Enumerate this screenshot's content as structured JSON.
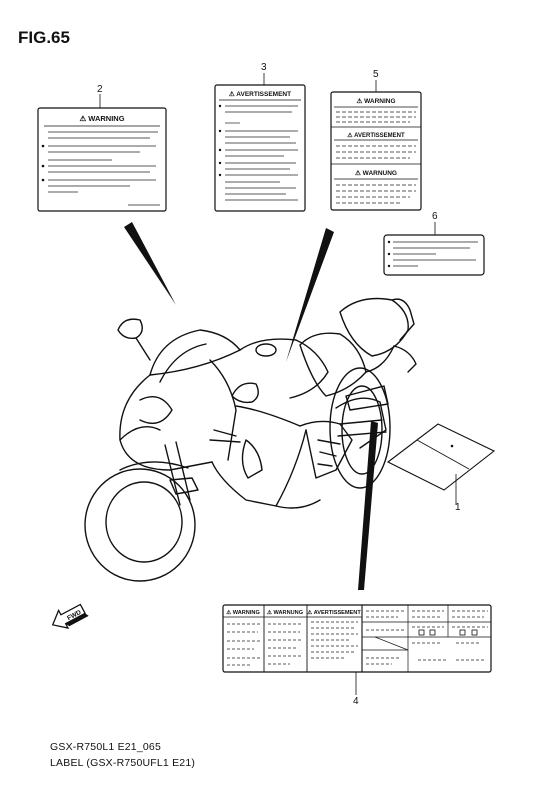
{
  "figure": {
    "title": "FIG.65"
  },
  "labels": {
    "label2": {
      "callout": "2",
      "header": "⚠ WARNING"
    },
    "label3": {
      "callout": "3",
      "header": "⚠ AVERTISSEMENT"
    },
    "label5": {
      "callout": "5",
      "headers": [
        "⚠ WARNING",
        "⚠ AVERTISSEMENT",
        "⚠ WARNUNG"
      ]
    },
    "label6": {
      "callout": "6"
    },
    "label1": {
      "callout": "1"
    },
    "label4": {
      "callout": "4",
      "headers": [
        "⚠ WARNING",
        "⚠ WARNUNG",
        "⚠ AVERTISSEMENT"
      ]
    }
  },
  "icons": {
    "front_arrow": "front-direction-arrow-icon",
    "front_text": "FWD"
  },
  "footer": {
    "code": "GSX-R750L1 E21_065",
    "caption": "LABEL (GSX-R750UFL1 E21)"
  }
}
